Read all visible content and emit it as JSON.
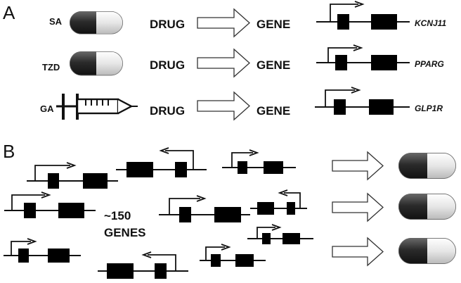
{
  "panels": {
    "a": {
      "label": "A",
      "rows": [
        {
          "drug_abbrev": "SA",
          "drug_form": "pill-icon",
          "drug_text": "DRUG",
          "gene_text": "GENE",
          "gene_name": "KCNJ11"
        },
        {
          "drug_abbrev": "TZD",
          "drug_form": "pill-icon",
          "drug_text": "DRUG",
          "gene_text": "GENE",
          "gene_name": "PPARG"
        },
        {
          "drug_abbrev": "GA",
          "drug_form": "syringe-icon",
          "drug_text": "DRUG",
          "gene_text": "GENE",
          "gene_name": "GLP1R"
        }
      ]
    },
    "b": {
      "label": "B",
      "gene_count_line1": "~150",
      "gene_count_line2": "GENES",
      "pill_count": 3
    }
  },
  "colors": {
    "ink": "#111111",
    "pill_dark": "#2b2b2b",
    "pill_light": "#e4e4e4"
  }
}
